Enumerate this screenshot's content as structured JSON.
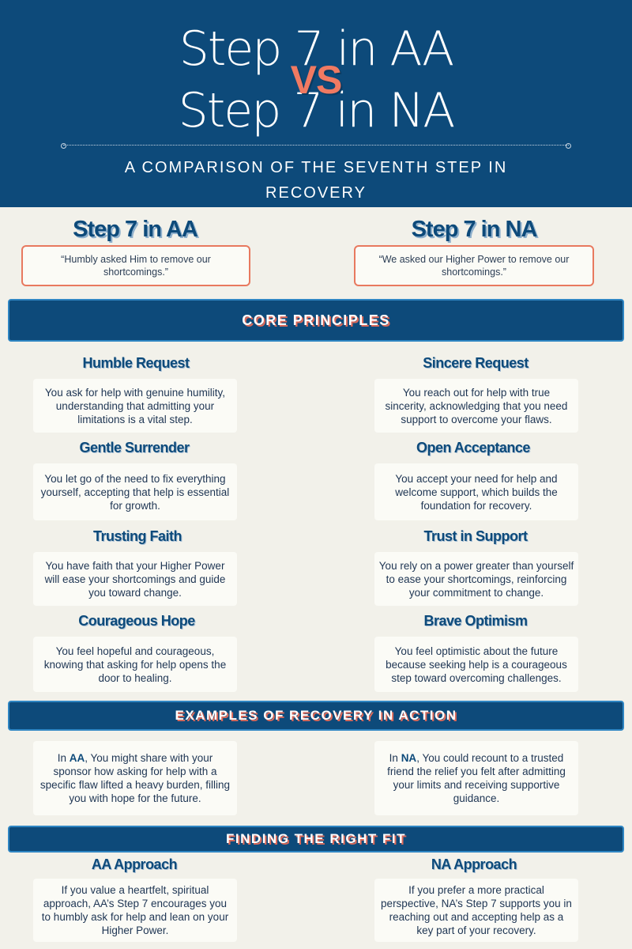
{
  "header": {
    "line1": "Step 7 in AA",
    "vs": "VS",
    "line2": "Step 7 in NA",
    "subtitle": "A COMPARISON OF THE SEVENTH STEP IN RECOVERY"
  },
  "aa": {
    "title": "Step 7 in AA",
    "quote": "“Humbly asked Him to remove our shortcomings.”"
  },
  "na": {
    "title": "Step 7 in NA",
    "quote": "“We asked our Higher Power to remove our shortcomings.”"
  },
  "core": {
    "heading": "CORE PRINCIPLES",
    "aa_items": [
      {
        "title": "Humble Request",
        "text": "You ask for help with genuine humility, understanding that admitting your limitations is a vital step."
      },
      {
        "title": "Gentle Surrender",
        "text": "You let go of the need to fix everything yourself, accepting that help is essential for growth."
      },
      {
        "title": "Trusting Faith",
        "text": "You have faith that your Higher Power will ease your shortcomings and guide you toward change."
      },
      {
        "title": "Courageous Hope",
        "text": "You feel hopeful and courageous, knowing that asking for help opens the door to healing."
      }
    ],
    "na_items": [
      {
        "title": "Sincere Request",
        "text": "You reach out for help with true sincerity, acknowledging that you need support to overcome your flaws."
      },
      {
        "title": "Open Acceptance",
        "text": "You accept your need for help and welcome support, which builds the foundation for recovery."
      },
      {
        "title": "Trust in Support",
        "text": "You rely on a power greater than yourself to ease your shortcomings, reinforcing your commitment to change."
      },
      {
        "title": "Brave Optimism",
        "text": "You feel optimistic about the future because seeking help is a courageous step toward overcoming challenges."
      }
    ]
  },
  "examples": {
    "heading": "EXAMPLES OF RECOVERY IN ACTION",
    "aa_prefix": "In ",
    "aa_bold": "AA",
    "aa_text": ", You might share with your sponsor how asking for help with a specific flaw lifted a heavy burden, filling you with hope for the future.",
    "na_prefix": "In ",
    "na_bold": "NA",
    "na_text": ", You could recount to a trusted friend the relief you felt after admitting your limits and receiving supportive guidance."
  },
  "fit": {
    "heading": "FINDING THE RIGHT FIT",
    "aa_title": "AA Approach",
    "aa_text": "If you value a heartfelt, spiritual approach, AA’s Step 7 encourages you to humbly ask for help and lean on your Higher Power.",
    "na_title": "NA Approach",
    "na_text": "If you prefer a more practical perspective, NA’s Step 7 supports you in reaching out and accepting help as a key part of your recovery."
  },
  "colors": {
    "navy": "#0d4a7a",
    "coral": "#f07a62",
    "background": "#f2f1ea",
    "card": "#fbfbf6"
  }
}
